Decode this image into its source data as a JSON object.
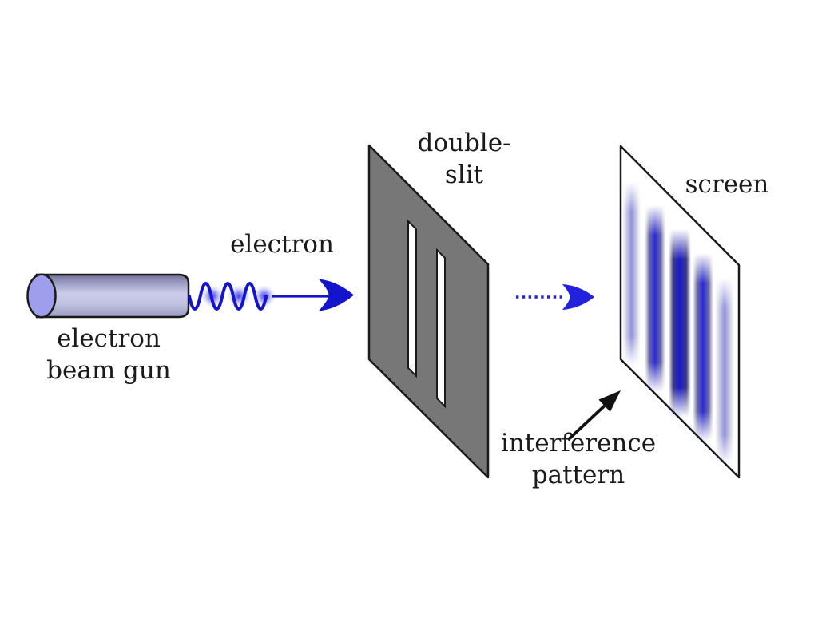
{
  "figure": {
    "background": "#ffffff",
    "labels": {
      "gun_line1": "electron",
      "gun_line2": "beam gun",
      "electron": "electron",
      "slit_line1": "double-",
      "slit_line2": "slit",
      "screen": "screen",
      "interference_line1": "interference",
      "interference_line2": "pattern"
    },
    "colors": {
      "outline": "#1a1a1a",
      "wave_blue": "#1414cc",
      "arrow_blue": "#2222dd",
      "barrier_gray": "#777777",
      "slit_white": "#ffffff",
      "screen_white": "#ffffff",
      "gun_cap": "#9e9eec",
      "fringe_core_strong": "#2828e0",
      "fringe_core_dark": "#1a1ad2",
      "fringe_core_faint": "#7d7de0",
      "pointer_black": "#111111",
      "text": "#1a1a1a"
    }
  }
}
